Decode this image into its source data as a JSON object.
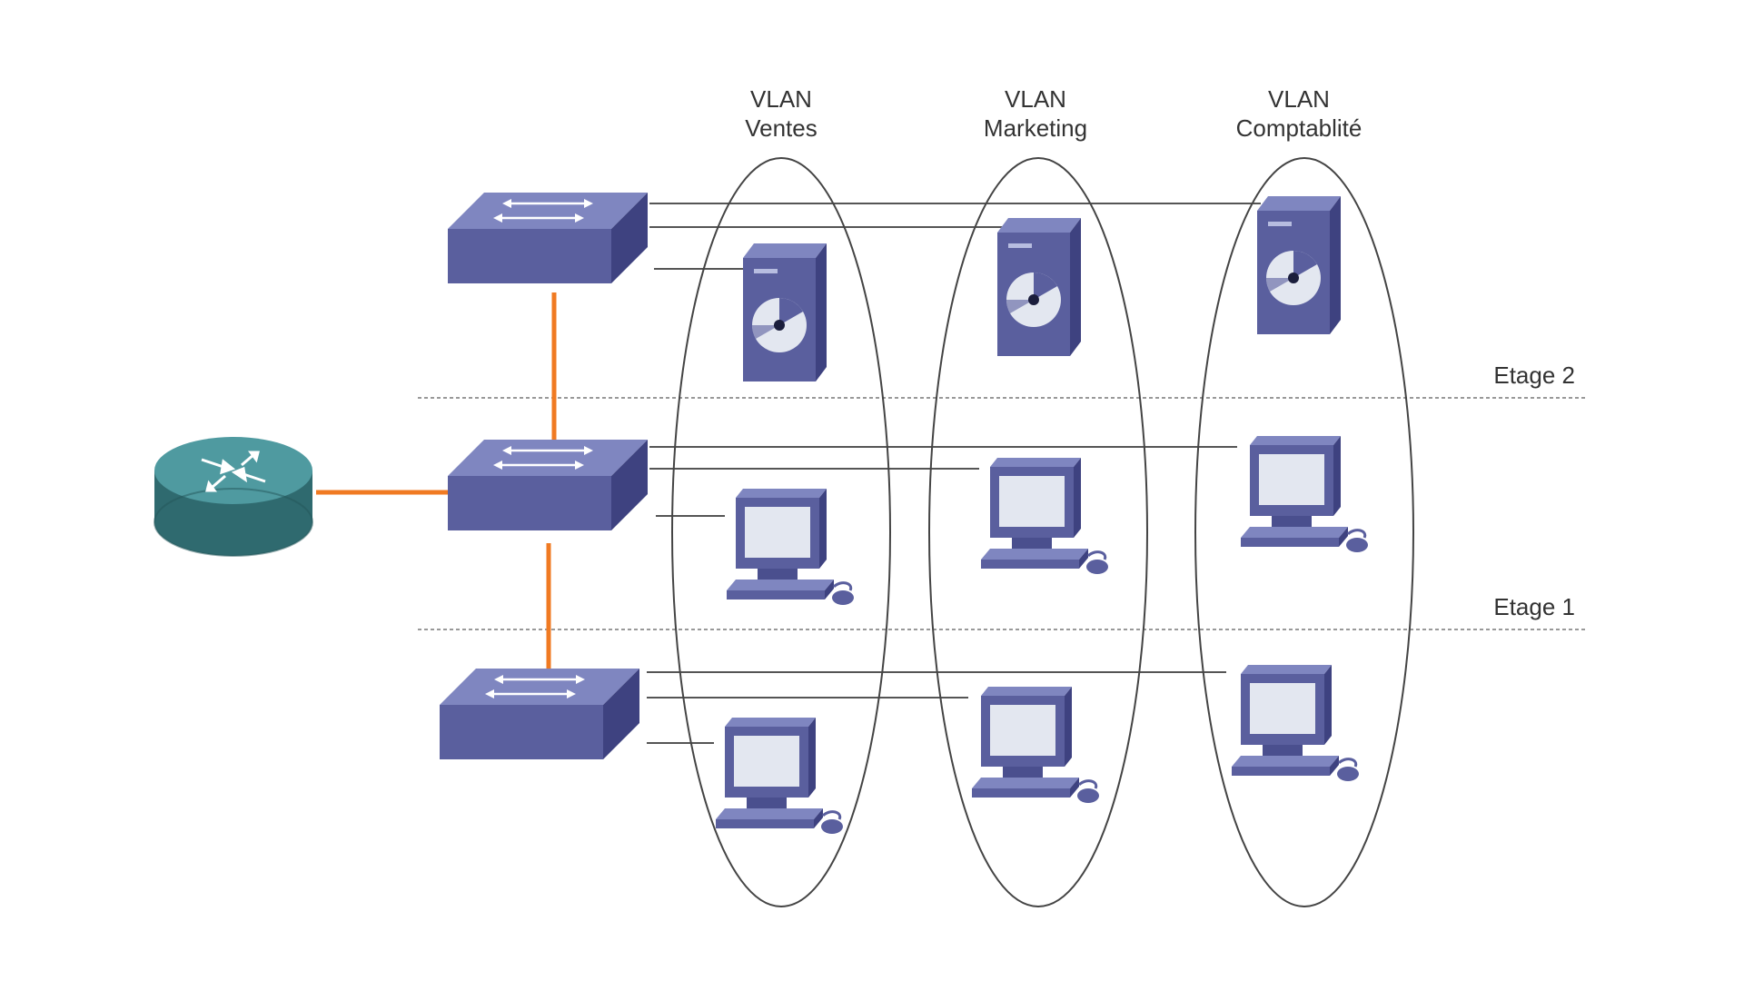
{
  "vlans": [
    {
      "line1": "VLAN",
      "line2": "Ventes"
    },
    {
      "line1": "VLAN",
      "line2": "Marketing"
    },
    {
      "line1": "VLAN",
      "line2": "Comptablité"
    }
  ],
  "floors": [
    {
      "label": "Etage 2"
    },
    {
      "label": "Etage 1"
    }
  ],
  "colors": {
    "device_front": "#5a5f9e",
    "device_top": "#7f86c0",
    "device_side": "#3e4280",
    "trunk_link": "#f07a22",
    "router": "#3d7d82",
    "screen": "#e3e7f0",
    "access_link": "#555555"
  }
}
